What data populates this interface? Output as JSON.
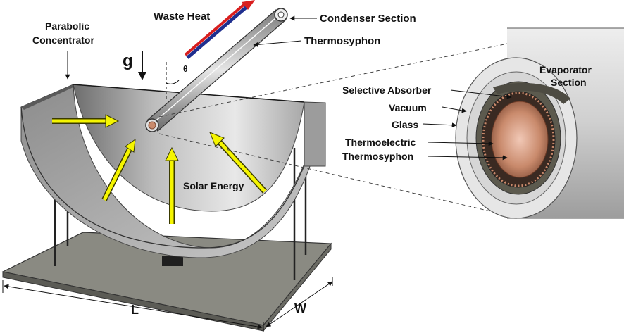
{
  "labels": {
    "parabolic_concentrator_line1": "Parabolic",
    "parabolic_concentrator_line2": "Concentrator",
    "waste_heat": "Waste Heat",
    "condenser_section": "Condenser Section",
    "thermosyphon": "Thermosyphon",
    "gravity": "g",
    "theta": "θ",
    "evaporator_section_line1": "Evaporator",
    "evaporator_section_line2": "Section",
    "selective_absorber": "Selective Absorber",
    "vacuum": "Vacuum",
    "glass": "Glass",
    "thermoelectric": "Thermoelectric",
    "thermosyphon_inner": "Thermosyphon",
    "solar_energy": "Solar Energy",
    "length_L": "L",
    "width_W": "W"
  },
  "colors": {
    "sun_ray": "#f5f500",
    "waste_heat_red": "#d81e1e",
    "waste_heat_blue": "#1f2f8f",
    "trough": "#9a9a9a",
    "base_plate": "#8a8a82",
    "copper": "#c98a6c"
  },
  "icons": {
    "sun_ray_arrows": "yellow-arrow-icon",
    "gravity_arrow": "down-arrow-icon",
    "waste_heat_arrow": "diagonal-arrow-icon"
  }
}
